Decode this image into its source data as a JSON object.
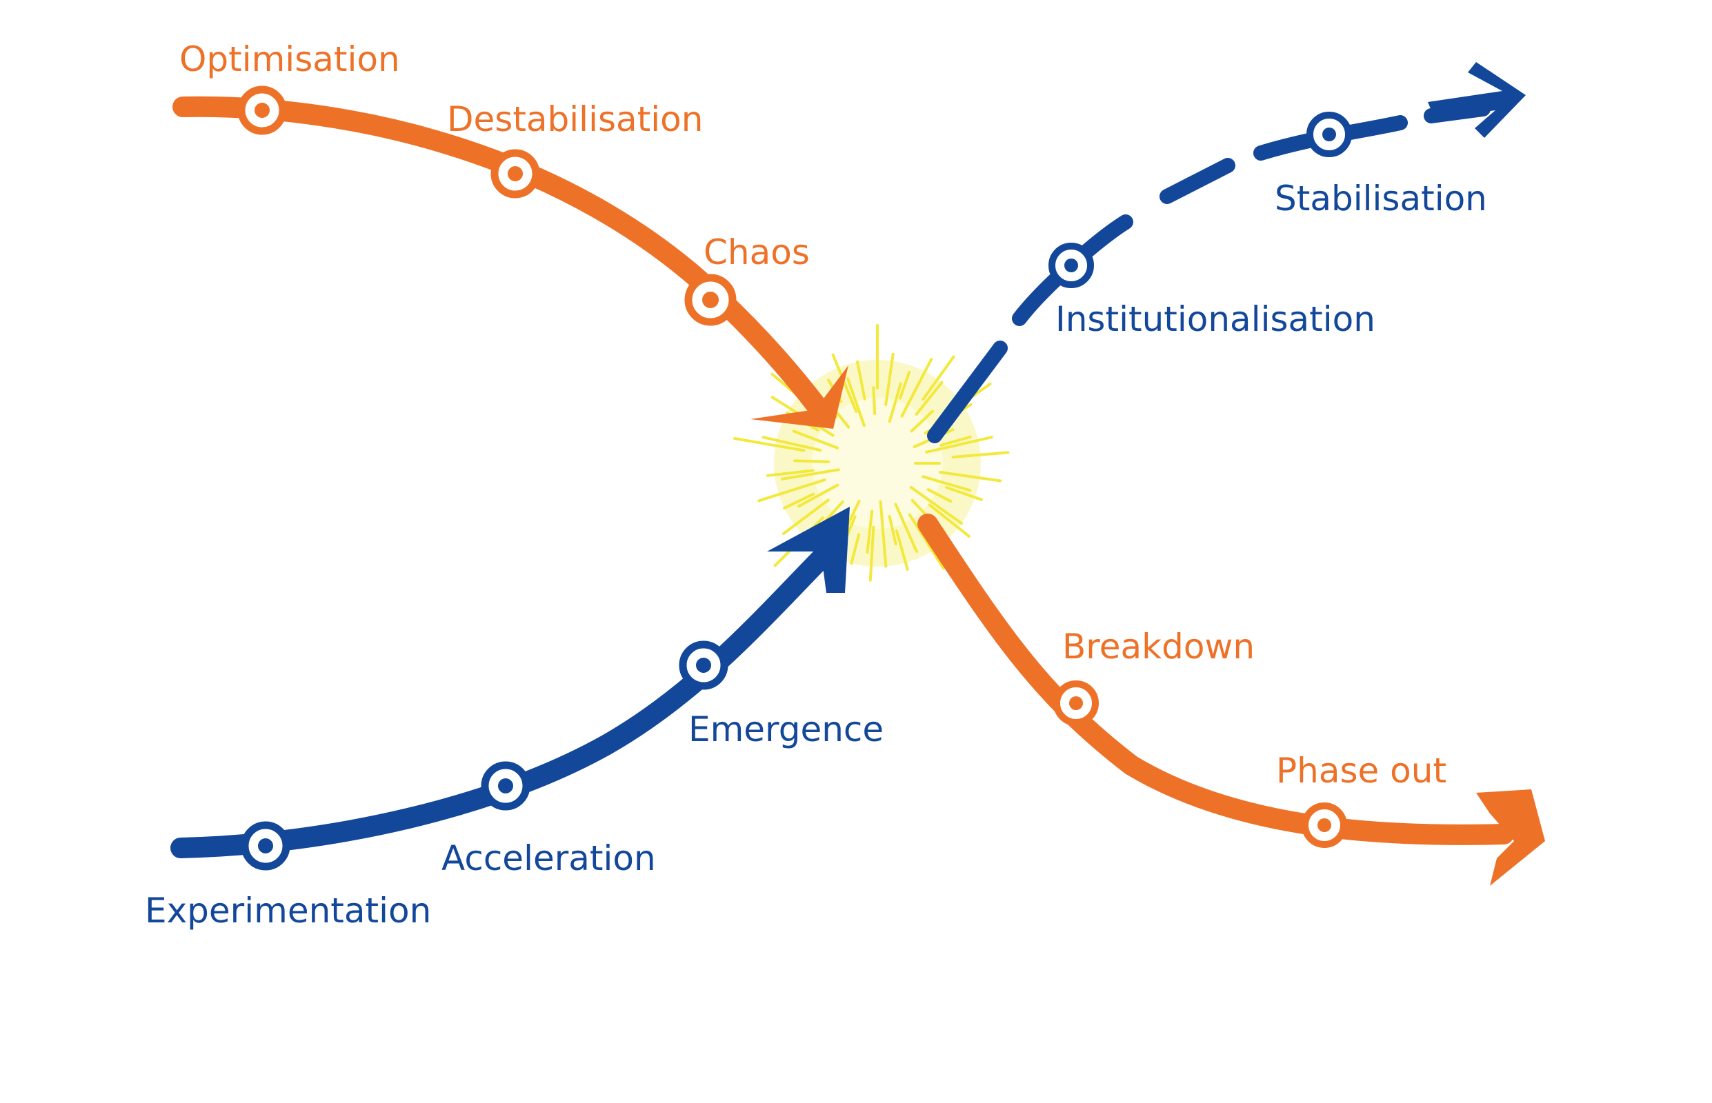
{
  "colors": {
    "orange": "#EE7128",
    "blue": "#13479A",
    "spark_fill": "#FBF7C2",
    "spark_ray": "#F3E93C"
  },
  "stages": {
    "optimisation": "Optimisation",
    "destabilisation": "Destabilisation",
    "chaos": "Chaos",
    "breakdown": "Breakdown",
    "phase_out": "Phase out",
    "experimentation": "Experimentation",
    "acceleration": "Acceleration",
    "emergence": "Emergence",
    "institutionalisation": "Institutionalisation",
    "stabilisation": "Stabilisation"
  }
}
